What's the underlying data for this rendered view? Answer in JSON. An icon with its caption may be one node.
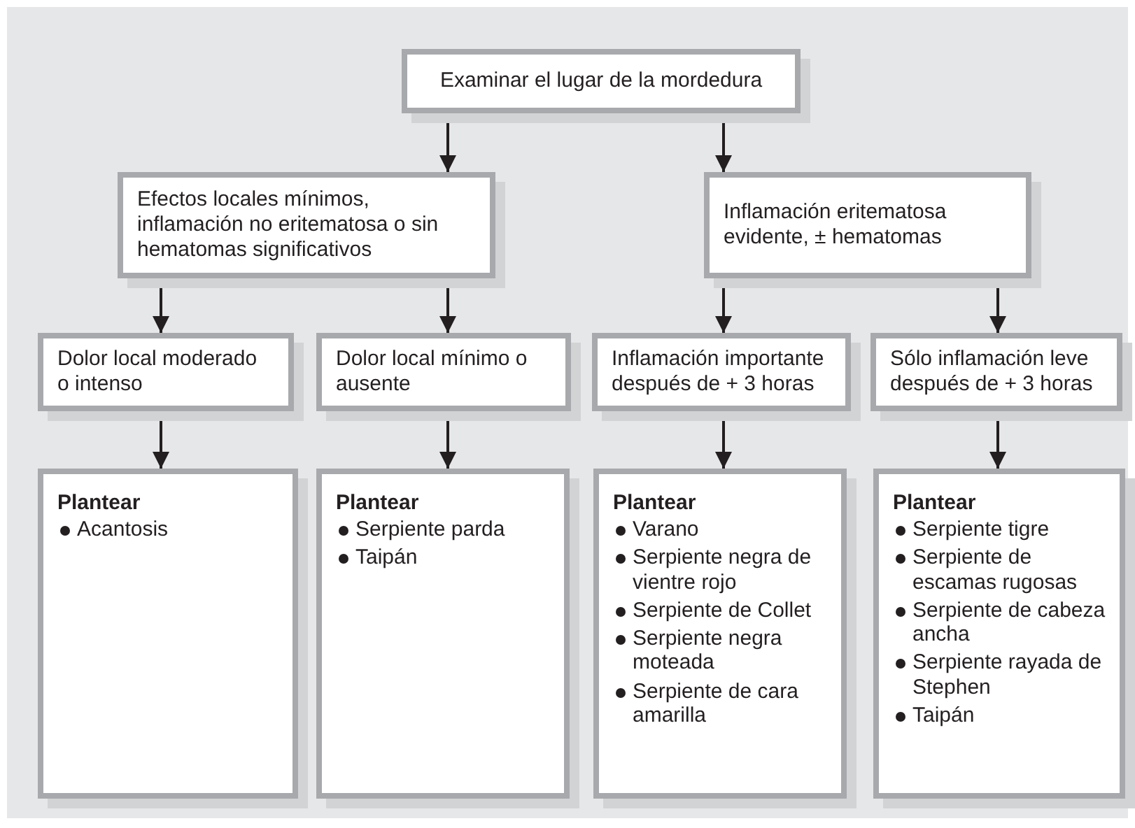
{
  "diagram": {
    "nodes": [
      {
        "text": [
          "Examinar el lugar de la mordedura"
        ]
      },
      {
        "text": [
          "Efectos locales mínimos, inflamación no eritematosa o sin hematomas significativos"
        ]
      },
      {
        "text": [
          "Inflamación eritematosa evidente, ± hematomas"
        ]
      },
      {
        "text": [
          "Dolor local moderado o intenso"
        ]
      },
      {
        "text": [
          "Dolor local mínimo o ausente"
        ]
      },
      {
        "text": [
          "Inflamación importante después de + 3 horas"
        ]
      },
      {
        "text": [
          "Sólo inflamación leve después de + 3 horas"
        ]
      },
      {
        "text": [
          "Plantear",
          "Acantosis"
        ]
      },
      {
        "text": [
          "Plantear",
          "Serpiente parda",
          "Taipán"
        ]
      },
      {
        "text": [
          "Plantear",
          "Varano",
          "Serpiente negra de vientre rojo",
          "Serpiente de Collet",
          "Serpiente negra moteada",
          "Serpiente de cara amarilla"
        ]
      },
      {
        "text": [
          "Plantear",
          "Serpiente tigre",
          "Serpiente de escamas rugosas",
          "Serpiente de cabeza ancha",
          "Serpiente rayada de Stephen",
          "Taipán"
        ]
      }
    ],
    "edges": [
      {
        "from": 0,
        "to": 1,
        "arrow": "to"
      },
      {
        "from": 0,
        "to": 2,
        "arrow": "to"
      },
      {
        "from": 1,
        "to": 3,
        "arrow": "to"
      },
      {
        "from": 1,
        "to": 4,
        "arrow": "to"
      },
      {
        "from": 2,
        "to": 5,
        "arrow": "to"
      },
      {
        "from": 2,
        "to": 6,
        "arrow": "to"
      },
      {
        "from": 3,
        "to": 7,
        "arrow": "to"
      },
      {
        "from": 4,
        "to": 8,
        "arrow": "to"
      },
      {
        "from": 5,
        "to": 9,
        "arrow": "to"
      },
      {
        "from": 6,
        "to": 10,
        "arrow": "to"
      }
    ]
  }
}
